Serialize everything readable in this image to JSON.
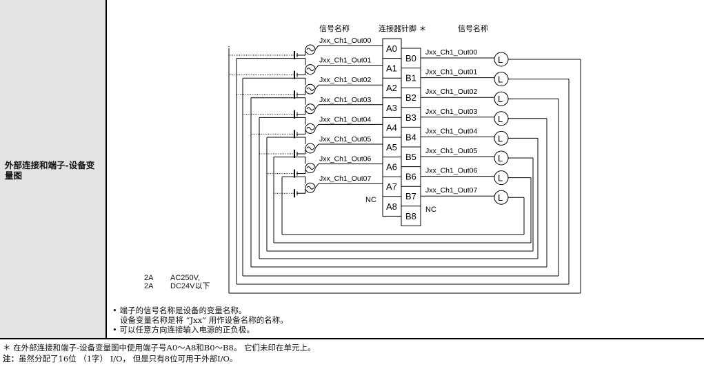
{
  "row_label": "外部连接和端子-设备变量图",
  "diagram": {
    "header_left": "信号名称",
    "header_mid": "连接器针脚 ＊",
    "header_right": "信号名称",
    "left_signals": [
      "Jxx_Ch1_Out00",
      "Jxx_Ch1_Out01",
      "Jxx_Ch1_Out02",
      "Jxx_Ch1_Out03",
      "Jxx_Ch1_Out04",
      "Jxx_Ch1_Out05",
      "Jxx_Ch1_Out06",
      "Jxx_Ch1_Out07"
    ],
    "right_signals": [
      "Jxx_Ch1_Out00",
      "Jxx_Ch1_Out01",
      "Jxx_Ch1_Out02",
      "Jxx_Ch1_Out03",
      "Jxx_Ch1_Out04",
      "Jxx_Ch1_Out05",
      "Jxx_Ch1_Out06",
      "Jxx_Ch1_Out07"
    ],
    "pins_a": [
      "A0",
      "A1",
      "A2",
      "A3",
      "A4",
      "A5",
      "A6",
      "A7",
      "A8"
    ],
    "pins_b": [
      "B0",
      "B1",
      "B2",
      "B3",
      "B4",
      "B5",
      "B6",
      "B7",
      "B8"
    ],
    "nc_label": "NC",
    "load_symbol": "L",
    "spec_current_1": "2A",
    "spec_voltage_1": "AC250V,",
    "spec_current_2": "2A",
    "spec_voltage_2": "DC24V以下"
  },
  "notes": [
    "• 端子的信号名称是设备的变量名称。",
    "设备变量名称是将 “Jxx” 用作设备名称的名称。",
    "• 可以任意方向连接输入电源的正负极。"
  ],
  "footer": {
    "star_line": "＊ 在外部连接和端子-设备变量图中使用端子号A0～A8和B0～B8。 它们未印在单元上。",
    "note_prefix": "注：",
    "note_text": "虽然分配了16位 （1字） I/O， 但是只有8位可用于外部I/O。"
  }
}
